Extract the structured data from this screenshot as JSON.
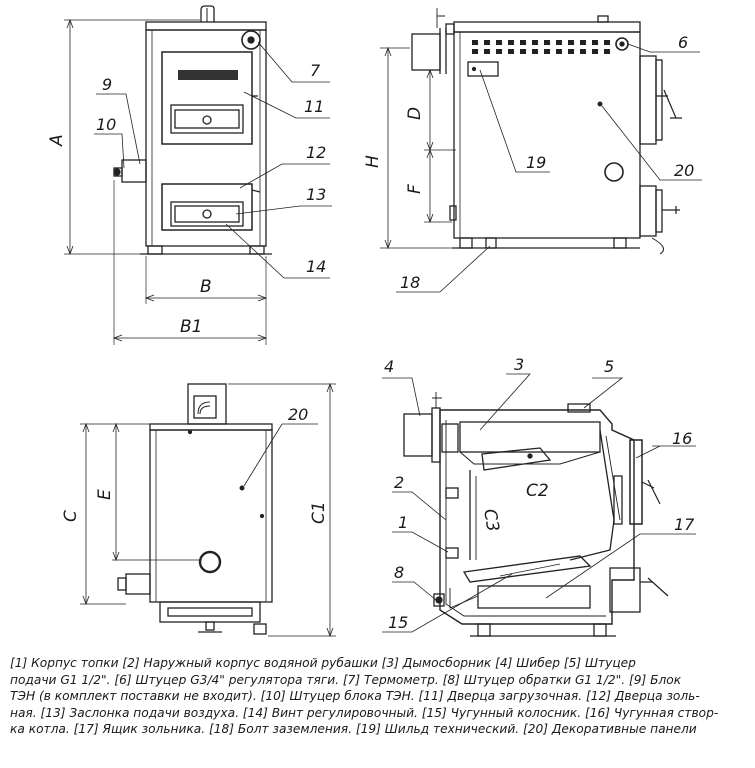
{
  "callouts": {
    "front": {
      "n7": "7",
      "n9": "9",
      "n10": "10",
      "n11": "11",
      "n12": "12",
      "n13": "13",
      "n14": "14"
    },
    "side": {
      "n6": "6",
      "n19": "19",
      "n20": "20",
      "n18": "18"
    },
    "back": {
      "n20": "20"
    },
    "section": {
      "n4": "4",
      "n3": "3",
      "n5": "5",
      "n16": "16",
      "n2": "2",
      "n1": "1",
      "n8": "8",
      "n15": "15",
      "n17": "17"
    }
  },
  "dimensions": {
    "front": {
      "A": "A",
      "B": "B",
      "B1": "B1"
    },
    "side": {
      "H": "H",
      "D": "D",
      "F": "F"
    },
    "back": {
      "C": "C",
      "E": "E",
      "C1": "C1"
    },
    "section": {
      "C2": "C2",
      "C3": "C3"
    }
  },
  "caption": {
    "line1": "[1] Корпус топки [2] Наружный корпус водяной рубашки [3] Дымосборник [4] Шибер [5] Штуцер",
    "line2": "подачи G1 1/2\". [6] Штуцер G3/4\" регулятора тяги. [7] Термометр. [8] Штуцер обратки G1 1/2\". [9] Блок",
    "line3": "ТЭН (в комплект поставки не входит). [10] Штуцер блока ТЭН. [11] Дверца загрузочная. [12] Дверца золь-",
    "line4": "ная. [13] Заслонка подачи воздуха. [14] Винт регулировочный. [15] Чугунный колосник. [16] Чугунная створ-",
    "line5": "ка котла. [17] Ящик зольника. [18] Болт заземления. [19] Шильд технический. [20] Декоративные панели"
  }
}
